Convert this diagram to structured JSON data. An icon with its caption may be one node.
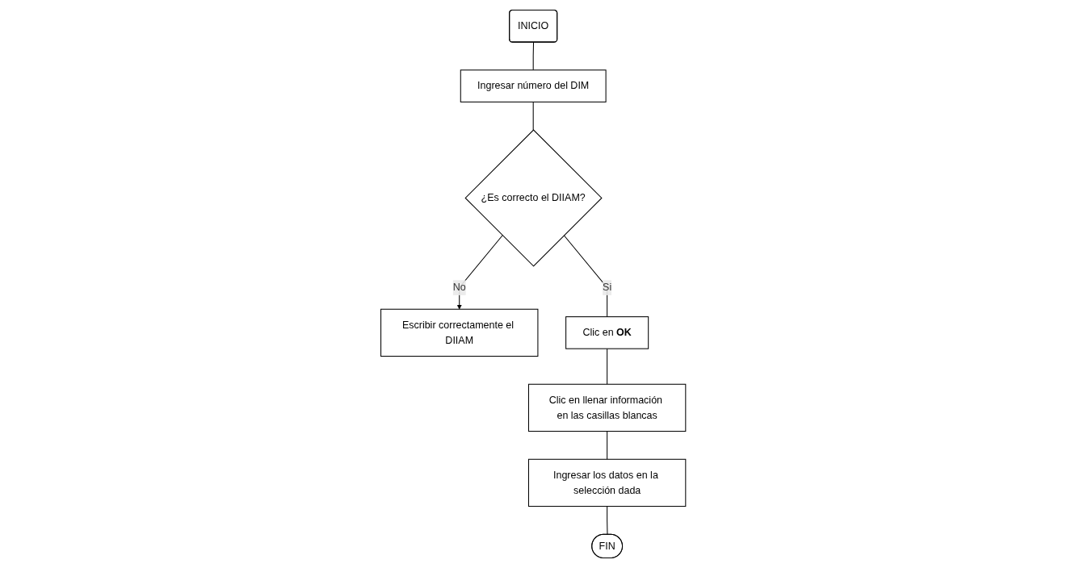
{
  "diagram": {
    "nodes": [
      {
        "text": [
          "INICIO"
        ]
      },
      {
        "text": [
          "Ingresar número del DIM"
        ]
      },
      {
        "text": [
          "¿Es correcto el DIIAM?"
        ]
      },
      {
        "text": [
          "Escribir correctamente el DIIAM"
        ]
      },
      {
        "text": [
          "Clic en **OK**"
        ]
      },
      {
        "text": [
          "Clic en llenar información en las casillas blancas"
        ]
      },
      {
        "text": [
          "Ingresar los datos en la selección dada"
        ]
      },
      {
        "text": [
          "FIN"
        ]
      }
    ],
    "edges": [
      {
        "from": 0,
        "to": 1,
        "arrow": "none"
      },
      {
        "from": 1,
        "to": 2,
        "arrow": "none"
      },
      {
        "from": 2,
        "to": 3,
        "arrow": "to",
        "label": "No"
      },
      {
        "from": 2,
        "to": 4,
        "arrow": "none",
        "label": "Si"
      },
      {
        "from": 4,
        "to": 5,
        "arrow": "none"
      },
      {
        "from": 5,
        "to": 6,
        "arrow": "none"
      },
      {
        "from": 6,
        "to": 7,
        "arrow": "none"
      }
    ]
  }
}
